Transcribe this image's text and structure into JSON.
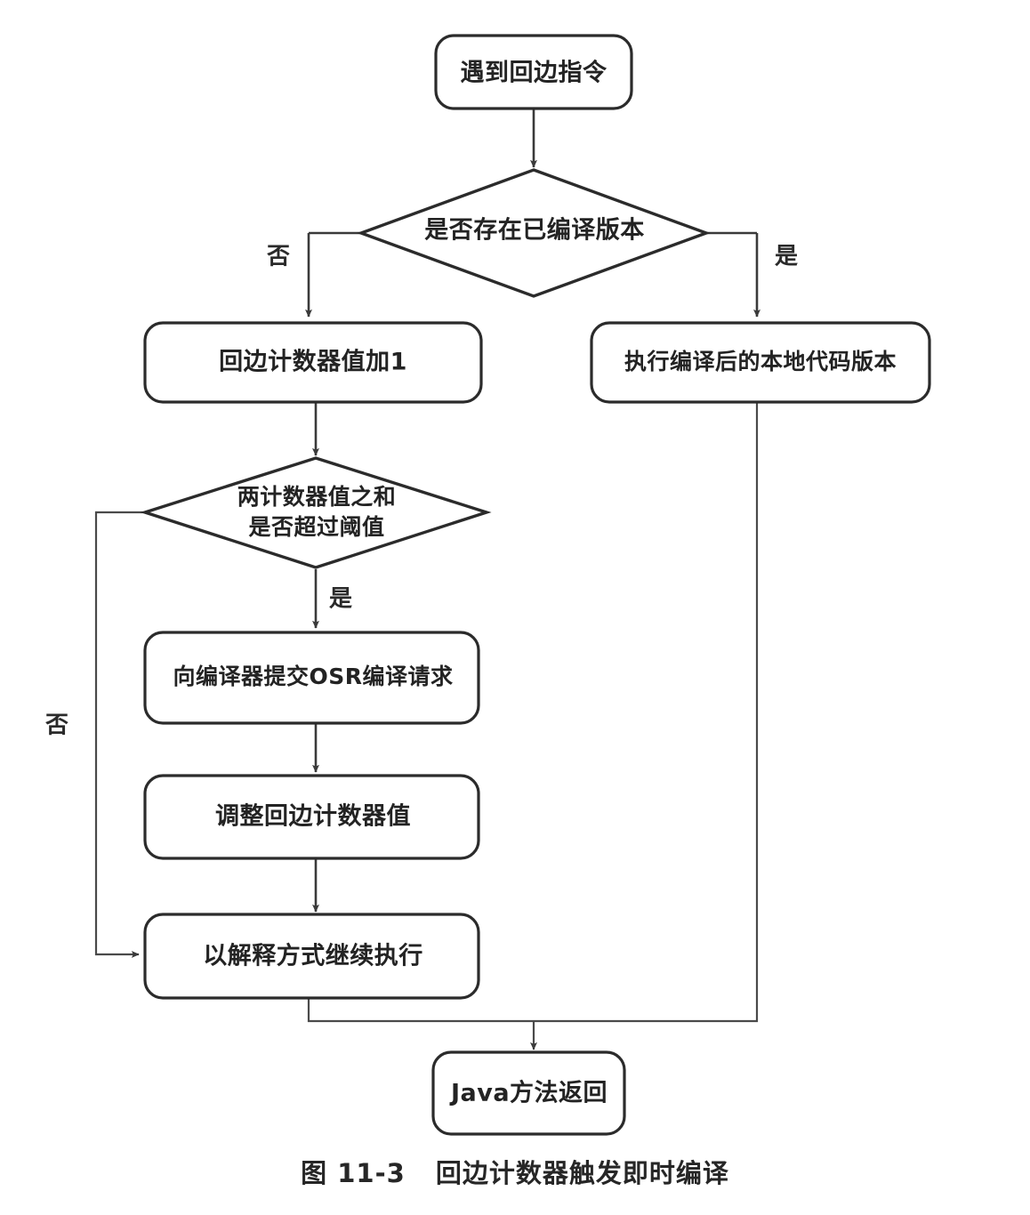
{
  "figure": {
    "caption_number": "图 11-3",
    "caption_title": "回边计数器触发即时编译",
    "background_color": "#ffffff",
    "line_color": "#3a3a3a",
    "text_color": "#232323"
  },
  "chart_data": {
    "type": "diagram",
    "title": "回边计数器触发即时编译",
    "nodes": [
      {
        "id": "start",
        "kind": "terminator",
        "label": "遇到回边指令"
      },
      {
        "id": "has_compiled",
        "kind": "decision",
        "label": "是否存在已编译版本"
      },
      {
        "id": "inc_counter",
        "kind": "process",
        "label": "回边计数器值加1"
      },
      {
        "id": "run_native",
        "kind": "process",
        "label": "执行编译后的本地代码版本"
      },
      {
        "id": "over_thresh",
        "kind": "decision",
        "label_line1": "两计数器值之和",
        "label_line2": "是否超过阈值"
      },
      {
        "id": "submit_osr",
        "kind": "process",
        "label": "向编译器提交OSR编译请求"
      },
      {
        "id": "adjust",
        "kind": "process",
        "label": "调整回边计数器值"
      },
      {
        "id": "interpret",
        "kind": "process",
        "label": "以解释方式继续执行"
      },
      {
        "id": "return",
        "kind": "terminator",
        "label": "Java方法返回"
      }
    ],
    "edges": [
      {
        "from": "start",
        "to": "has_compiled",
        "label": ""
      },
      {
        "from": "has_compiled",
        "to": "inc_counter",
        "label": "否"
      },
      {
        "from": "has_compiled",
        "to": "run_native",
        "label": "是"
      },
      {
        "from": "inc_counter",
        "to": "over_thresh",
        "label": ""
      },
      {
        "from": "over_thresh",
        "to": "submit_osr",
        "label": "是"
      },
      {
        "from": "over_thresh",
        "to": "interpret",
        "label": "否"
      },
      {
        "from": "submit_osr",
        "to": "adjust",
        "label": ""
      },
      {
        "from": "adjust",
        "to": "interpret",
        "label": ""
      },
      {
        "from": "interpret",
        "to": "return",
        "label": ""
      },
      {
        "from": "run_native",
        "to": "return",
        "label": ""
      }
    ]
  },
  "labels": {
    "start": "遇到回边指令",
    "has_compiled": "是否存在已编译版本",
    "no_1": "否",
    "yes_1": "是",
    "inc_counter": "回边计数器值加1",
    "run_native": "执行编译后的本地代码版本",
    "over_thresh_l1": "两计数器值之和",
    "over_thresh_l2": "是否超过阈值",
    "yes_2": "是",
    "no_2": "否",
    "submit_osr": "向编译器提交OSR编译请求",
    "adjust": "调整回边计数器值",
    "interpret": "以解释方式继续执行",
    "return": "Java方法返回"
  }
}
